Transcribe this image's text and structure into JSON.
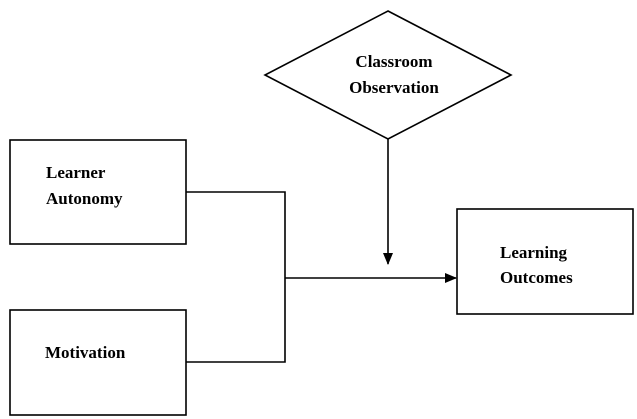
{
  "diagram": {
    "nodes": {
      "classroom_observation": {
        "line1": "Classroom",
        "line2": "Observation",
        "shape": "diamond"
      },
      "learner_autonomy": {
        "line1": "Learner",
        "line2": "Autonomy",
        "shape": "rectangle"
      },
      "motivation": {
        "line1": "Motivation",
        "shape": "rectangle"
      },
      "learning_outcomes": {
        "line1": "Learning",
        "line2": "Outcomes",
        "shape": "rectangle"
      }
    },
    "edges": [
      {
        "from": "learner_autonomy",
        "to": "learning_outcomes",
        "arrow": true
      },
      {
        "from": "motivation",
        "to": "learning_outcomes",
        "arrow": true
      },
      {
        "from": "classroom_observation",
        "to": "learning_outcomes",
        "arrow": true
      }
    ],
    "colors": {
      "stroke": "#000000",
      "fill": "#ffffff",
      "text": "#000000"
    }
  }
}
